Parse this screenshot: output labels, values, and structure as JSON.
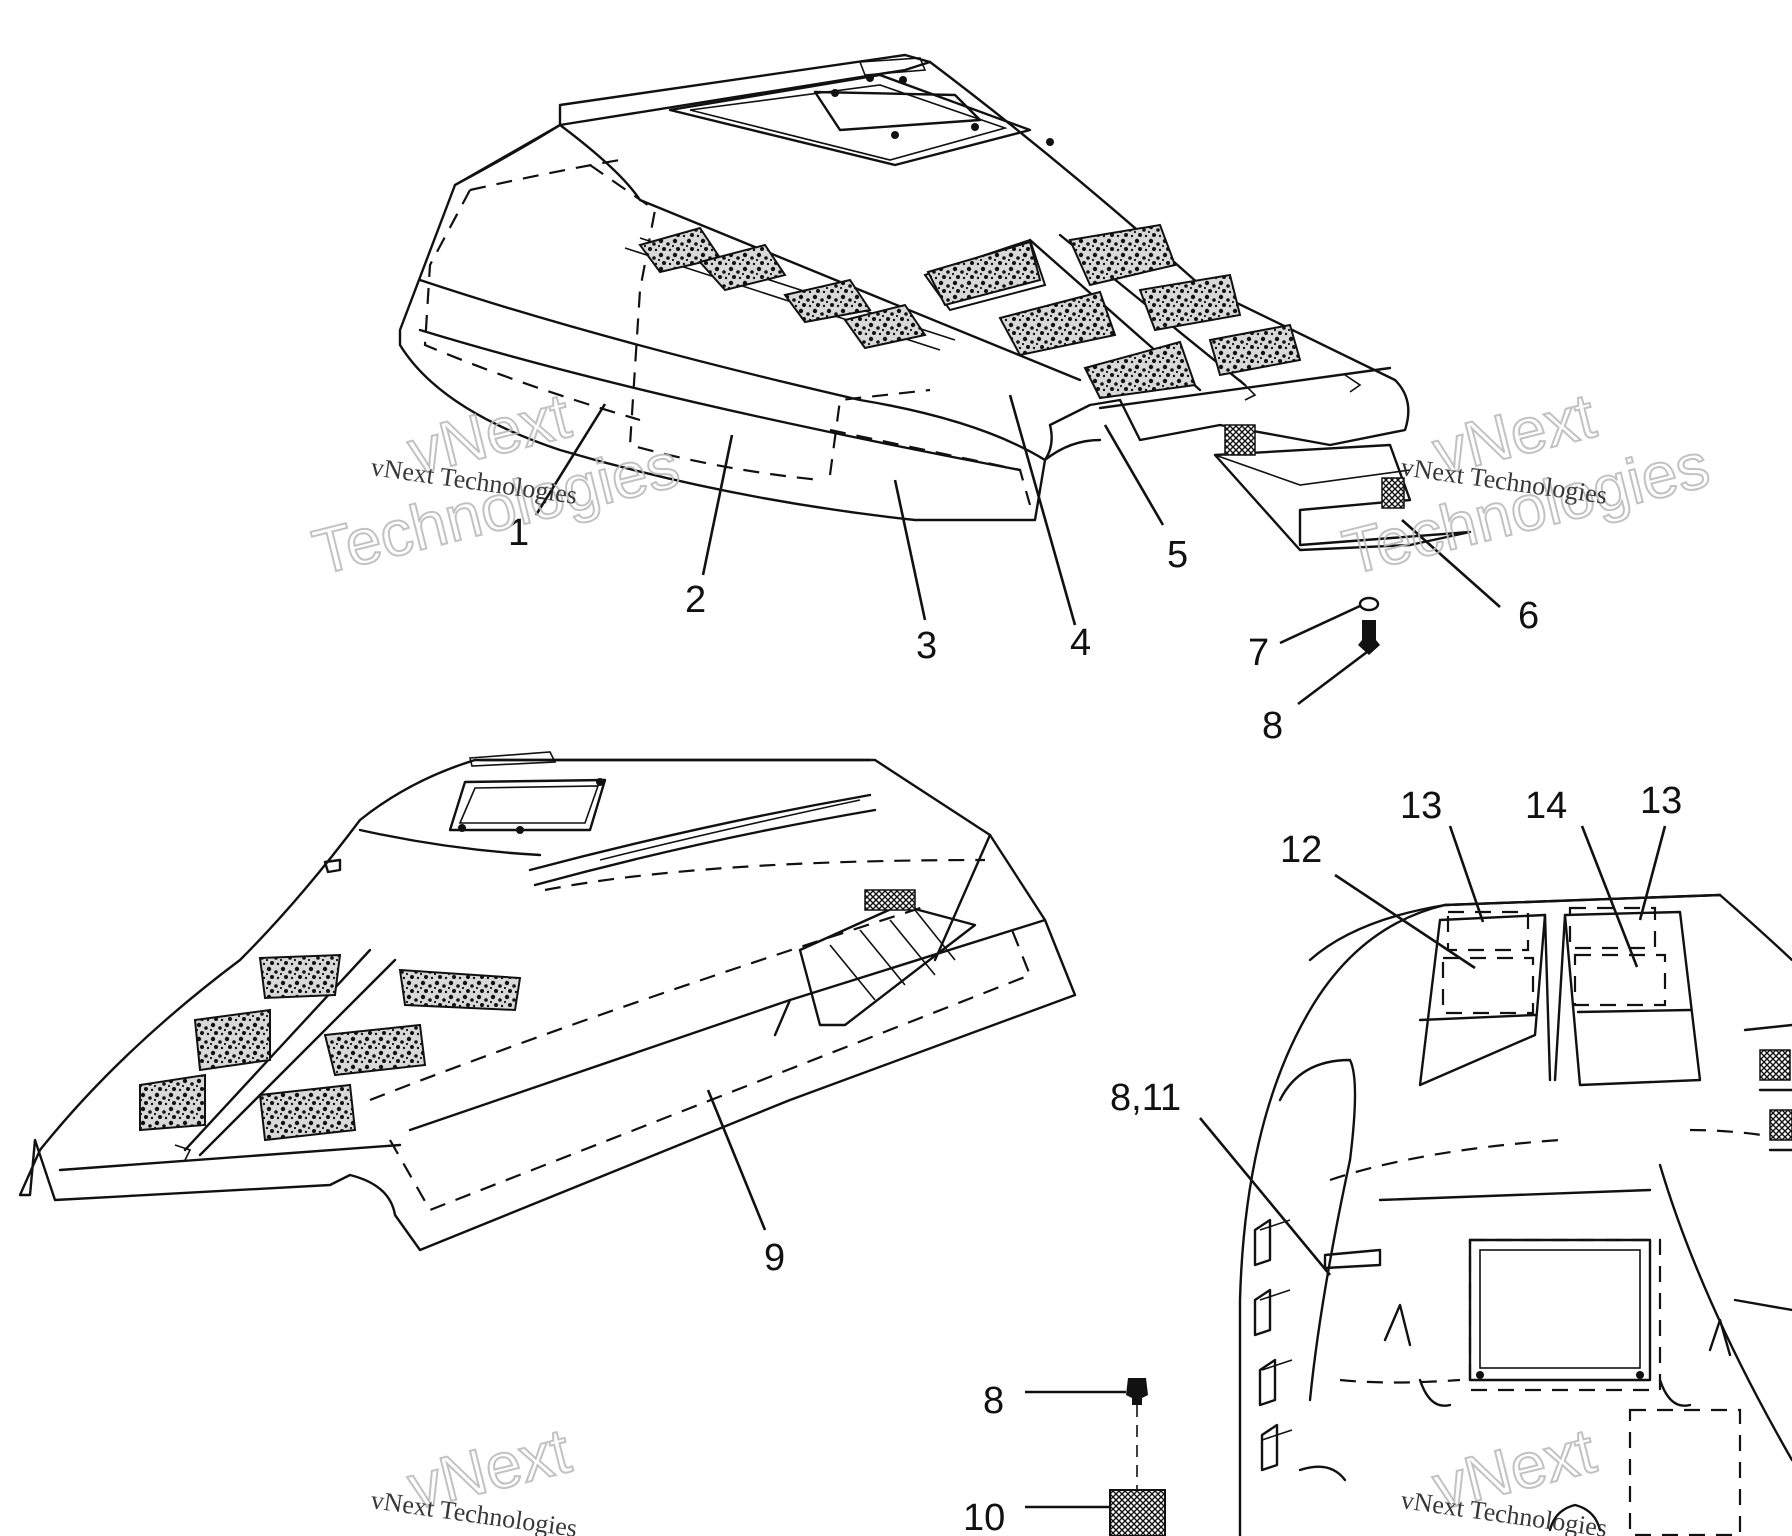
{
  "callouts": {
    "c1": "1",
    "c2": "2",
    "c3": "3",
    "c4": "4",
    "c5": "5",
    "c6": "6",
    "c7": "7",
    "c8a": "8",
    "c9": "9",
    "c12": "12",
    "c13a": "13",
    "c14": "14",
    "c13b": "13",
    "c811": "8,11",
    "c8b": "8",
    "c10": "10"
  },
  "watermarks": {
    "small_1": "vNext Technologies",
    "small_2": "vNext Technologies",
    "small_3": "vNext Technologies",
    "small_4": "vNext Technologies",
    "big_line1": "vNext",
    "big_line2": "Technologies"
  }
}
